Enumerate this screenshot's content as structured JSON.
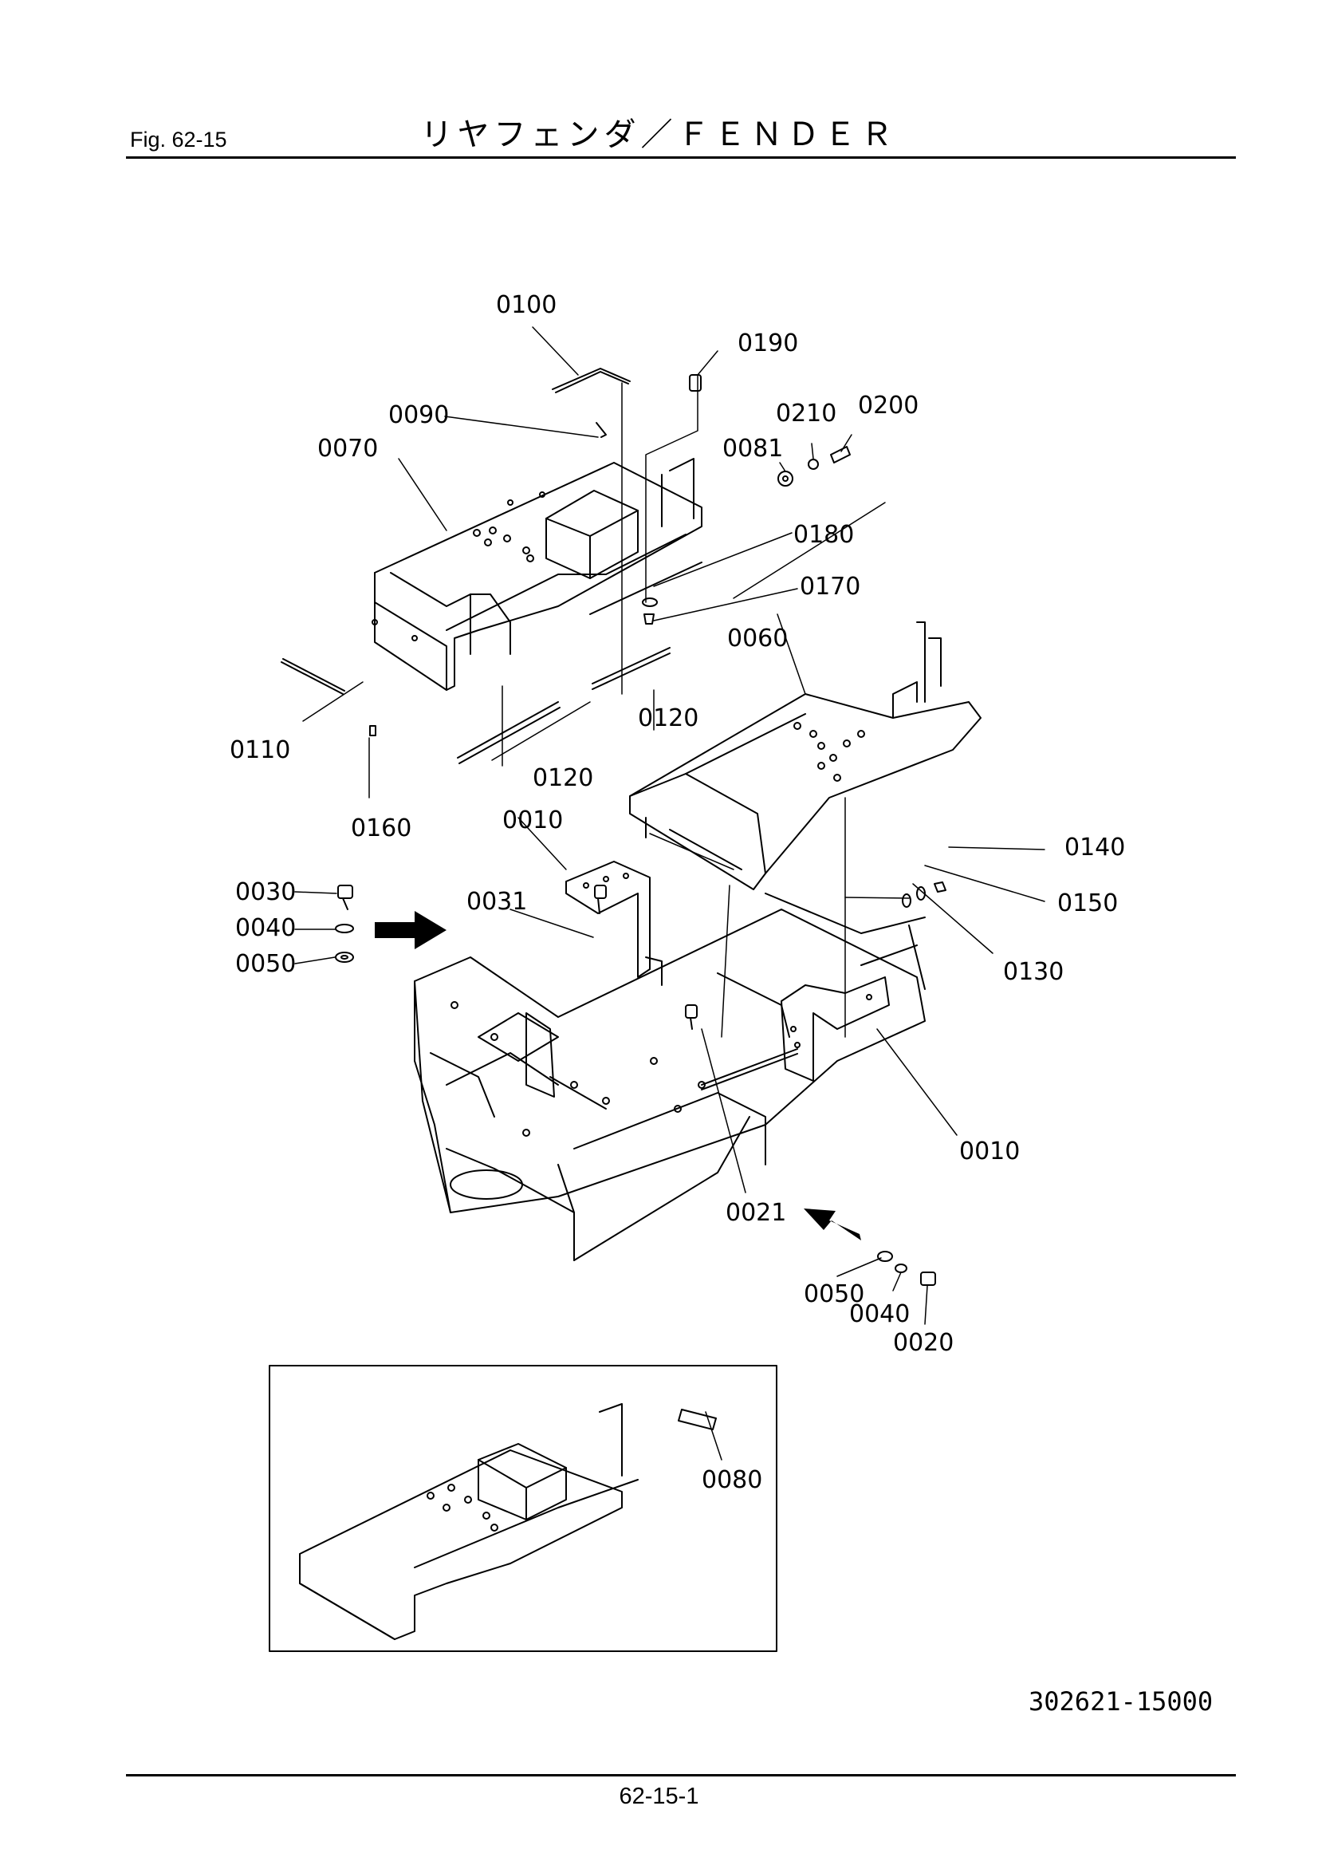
{
  "header": {
    "fig_label": "Fig.  62-15",
    "title": "リヤフェンダ／ＦＥＮＤＥＲ"
  },
  "callouts": {
    "c0100": "0100",
    "c0190": "0190",
    "c0090": "0090",
    "c0070": "0070",
    "c0210": "0210",
    "c0200": "0200",
    "c0081": "0081",
    "c0180": "0180",
    "c0170": "0170",
    "c0060": "0060",
    "c0120a": "0120",
    "c0120b": "0120",
    "c0110": "0110",
    "c0160": "0160",
    "c0010a": "0010",
    "c0140": "0140",
    "c0030": "0030",
    "c0031": "0031",
    "c0150": "0150",
    "c0040a": "0040",
    "c0050a": "0050",
    "c0130": "0130",
    "c0010b": "0010",
    "c0021": "0021",
    "c0050b": "0050",
    "c0040b": "0040",
    "c0020": "0020",
    "c0080": "0080"
  },
  "drawing_number": "302621-15000",
  "page_number": "62-15-1"
}
